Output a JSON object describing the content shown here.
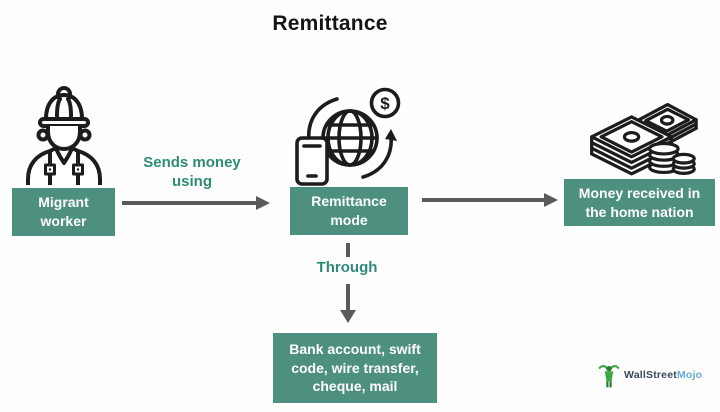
{
  "title": "Remittance",
  "colors": {
    "box_fill": "#4e9080",
    "box_text": "#ffffff",
    "arrow": "#5a5a5a",
    "edge_label": "#2e8b7a",
    "icon_stroke": "#1c1c1c",
    "logo_green": "#3fa745",
    "logo_text_dark": "#3c4759",
    "logo_text_blue": "#64aadc",
    "background": "#fefefe"
  },
  "nodes": {
    "migrant_worker": {
      "label": "Migrant worker",
      "icon": "construction-worker-icon"
    },
    "remittance_mode": {
      "label": "Remittance mode",
      "icon": "global-money-transfer-icon"
    },
    "money_received": {
      "label": "Money received in the home nation",
      "icon": "cash-and-coins-icon"
    },
    "remittance_methods": {
      "label": "Bank account, swift code, wire transfer, cheque, mail"
    }
  },
  "edges": {
    "worker_to_mode": {
      "label": "Sends money using"
    },
    "mode_to_methods": {
      "label": "Through"
    }
  },
  "icons": {
    "dollar_symbol": "$"
  },
  "logo": {
    "brand_part1": "WallStreet",
    "brand_part2": "Mojo"
  }
}
